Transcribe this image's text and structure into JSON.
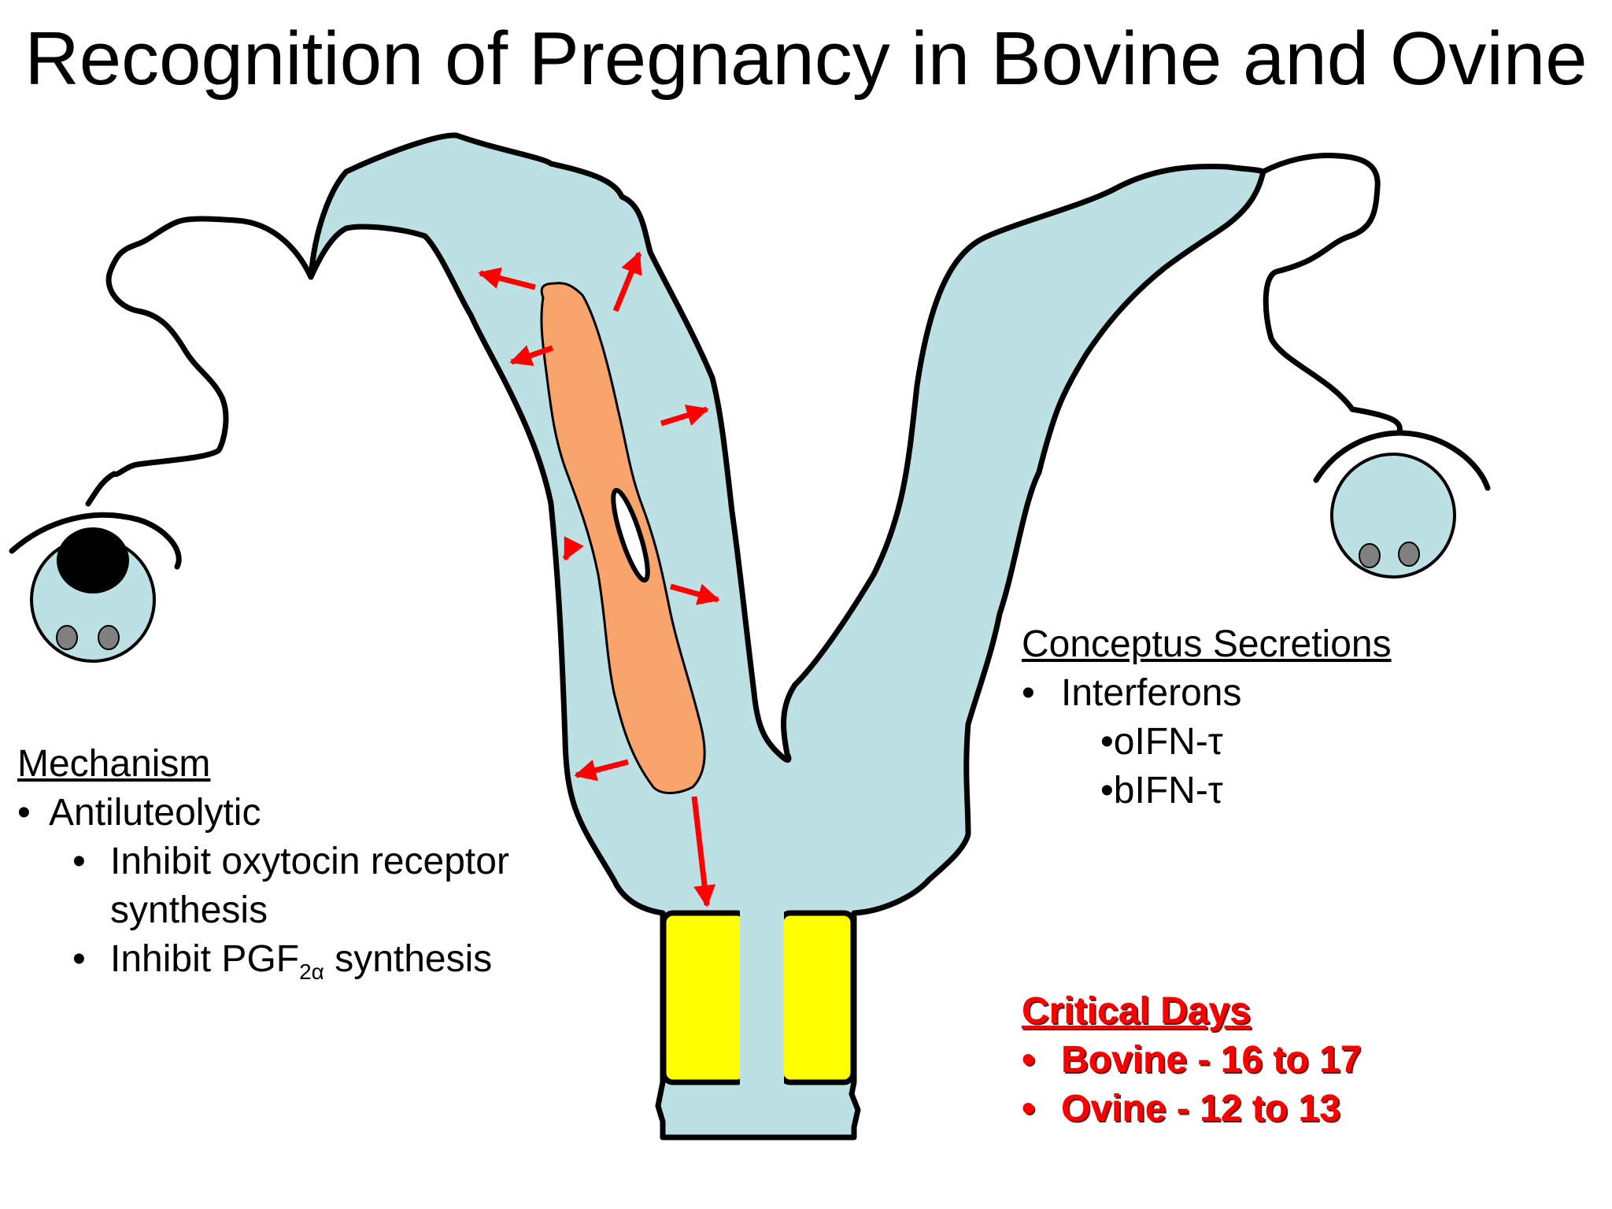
{
  "title": "Recognition of Pregnancy in Bovine and Ovine",
  "mechanism": {
    "heading": "Mechanism",
    "bullet_symbol": "•",
    "item1": "Antiluteolytic",
    "sub1": "Inhibit oxytocin receptor synthesis",
    "sub2_pre": "Inhibit PGF",
    "sub2_subscript": "2α",
    "sub2_post": " synthesis"
  },
  "conceptus": {
    "heading": "Conceptus Secretions",
    "item1": "Interferons",
    "sub1": "•oIFN-τ",
    "sub2": "•bIFN-τ"
  },
  "critical": {
    "heading": "Critical Days",
    "item1": "Bovine - 16 to 17",
    "item2": "Ovine - 12 to 13"
  },
  "colors": {
    "uterus": "#bde0e4",
    "conceptus": "#f9a36d",
    "cervix": "#ffff00",
    "arrow": "#ff0000",
    "corpus_luteum": "#000000",
    "follicle": "#808080"
  }
}
